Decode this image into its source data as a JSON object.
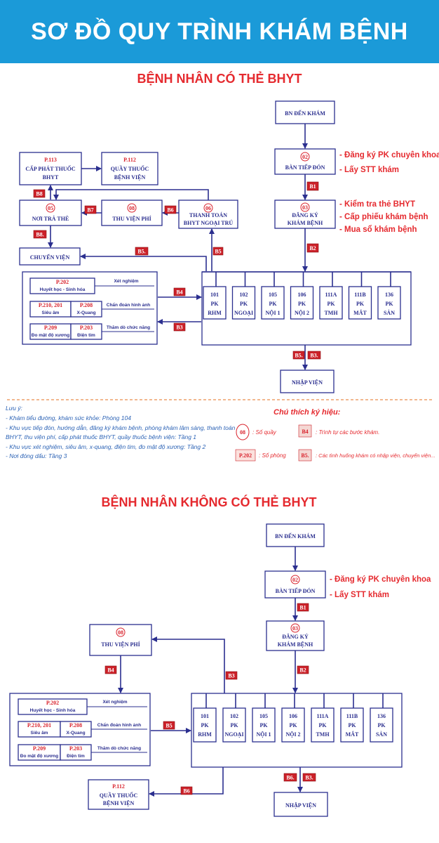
{
  "title": "SƠ ĐỒ QUY TRÌNH KHÁM BỆNH",
  "section1": {
    "title": "BỆNH NHÂN CÓ THẺ BHYT",
    "bn_den_kham": "BN ĐẾN KHÁM",
    "ban_tiep_don": {
      "num": "02",
      "label": "BÀN TIẾP ĐÓN"
    },
    "dang_ky": {
      "num": "03",
      "line1": "ĐĂNG KÝ",
      "line2": "KHÁM BỆNH"
    },
    "notes_b1": [
      "- Đăng ký PK chuyên khoa",
      "- Lấy STT khám"
    ],
    "notes_b2": [
      "- Kiểm tra thẻ BHYT",
      "- Cấp phiếu khám bệnh",
      "- Mua sổ khám bệnh"
    ],
    "p113": {
      "num": "P.113",
      "line1": "CẤP PHÁT THUỐC",
      "line2": "BHYT"
    },
    "p112": {
      "num": "P.112",
      "line1": "QUẦY THUỐC",
      "line2": "BỆNH VIỆN"
    },
    "noi_tra_the": {
      "num": "05",
      "label": "NƠI TRẢ THẺ"
    },
    "thu_vien_phi": {
      "num": "08",
      "label": "THU VIỆN PHÍ"
    },
    "thanh_toan": {
      "num": "06",
      "line1": "THANH TOÁN",
      "line2": "BHYT NGOẠI TRÚ"
    },
    "chuyen_vien": "CHUYỂN VIỆN",
    "nhap_vien": "NHẬP VIỆN",
    "steps": {
      "b1": "B1",
      "b2": "B2",
      "b4": "B4",
      "b3": "B3",
      "b5": "B5",
      "b5dot": "B5.",
      "b6": "B6",
      "b7": "B7",
      "b8": "B8",
      "b8dot": "B8.",
      "b3dot": "B3."
    }
  },
  "labs": {
    "p202": "P.202",
    "huyet_hoc": "Huyết học - Sinh hóa",
    "xet_nghiem": "Xét nghiệm",
    "p210": "P.210, 201",
    "sieu_am": "Siêu âm",
    "p208": "P.208",
    "xquang": "X-Quang",
    "chan_doan": "Chẩn đoán hình ảnh",
    "p209": "P.209",
    "do_mat_do": "Đo mật độ xương",
    "p203": "P.203",
    "dien_tim": "Điện tim",
    "tham_do": "Thăm dò chức năng"
  },
  "clinics": [
    {
      "code": "101",
      "pk": "PK",
      "name": "RHM"
    },
    {
      "code": "102",
      "pk": "PK",
      "name": "NGOẠI"
    },
    {
      "code": "105",
      "pk": "PK",
      "name": "NỘI 1"
    },
    {
      "code": "106",
      "pk": "PK",
      "name": "NỘI 2"
    },
    {
      "code": "111A",
      "pk": "PK",
      "name": "TMH"
    },
    {
      "code": "111B",
      "pk": "PK",
      "name": "MẮT"
    },
    {
      "code": "136",
      "pk": "PK",
      "name": "SẢN"
    }
  ],
  "notes": {
    "heading": "Lưu ý:",
    "lines": [
      "- Khám tiểu đường, khám sức khỏe: Phòng 104",
      "- Khu vực tiếp đón, hướng dẫn, đăng ký khám bệnh, phòng khám lâm sàng, thanh toán",
      "BHYT, thu viện phí, cấp phát thuốc BHYT, quầy thuốc bệnh viện: Tầng 1",
      "- Khu vực xét nghiệm, siêu âm, x-quang, điện tim, đo mật độ xương: Tầng 2",
      "- Nơi đóng dấu: Tầng 3"
    ]
  },
  "legend": {
    "heading": "Chú thích ký hiệu:",
    "counter_sample": "08",
    "counter_label": ": Số quầy",
    "step_sample": "B4",
    "step_label": ": Trình tự các bước khám.",
    "room_sample": "P.202",
    "room_label": ": Số phòng",
    "case_sample": "B5.",
    "case_label": ": Các tình huống khám có nhập viện, chuyển viện..."
  },
  "section2": {
    "title": "BỆNH NHÂN KHÔNG CÓ THẺ BHYT",
    "bn_den_kham": "BN ĐẾN KHÁM",
    "ban_tiep_don": {
      "num": "02",
      "label": "BÀN TIẾP ĐÓN"
    },
    "dang_ky": {
      "num": "03",
      "line1": "ĐĂNG KÝ",
      "line2": "KHÁM BỆNH"
    },
    "notes_b1": [
      "- Đăng ký PK chuyên khoa",
      "- Lấy STT khám"
    ],
    "thu_vien_phi": {
      "num": "08",
      "label": "THU VIỆN PHÍ"
    },
    "p112": {
      "num": "P.112",
      "line1": "QUẦY THUỐC",
      "line2": "BỆNH VIỆN"
    },
    "nhap_vien": "NHẬP VIỆN",
    "steps": {
      "b1": "B1",
      "b2": "B2",
      "b3": "B3",
      "b4": "B4",
      "b5": "B5",
      "b6": "B6",
      "b6dot": "B6.",
      "b3dot": "B3."
    }
  },
  "colors": {
    "banner": "#1b9ad8",
    "line": "#2b2f8f",
    "accent": "#e52a2f",
    "tag": "#cc2129",
    "note": "#2b62b5"
  }
}
